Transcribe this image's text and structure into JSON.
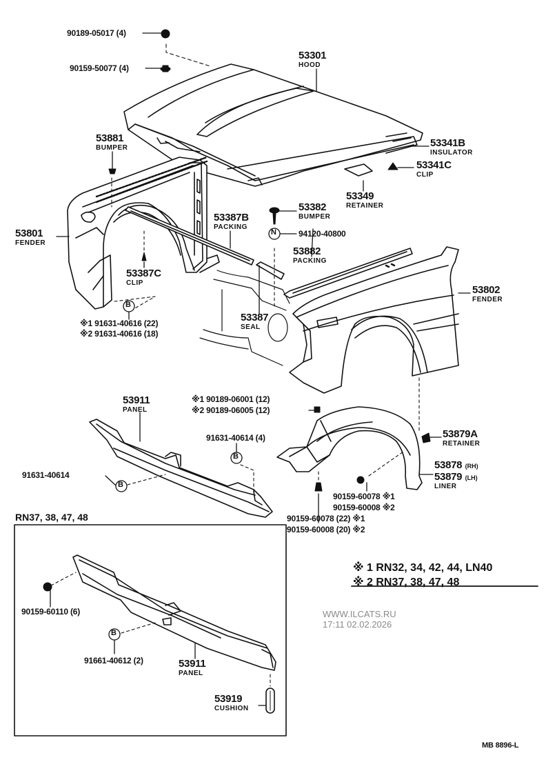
{
  "diagram": {
    "type": "parts-exploded-view",
    "drawing_code": "MB 8896-L",
    "watermark": {
      "site": "WWW.ILCATS.RU",
      "timestamp": "17:11 02.02.2026"
    },
    "legend": {
      "mark": "※",
      "items": [
        {
          "mark": "1",
          "models": "RN32, 34, 42, 44, LN40"
        },
        {
          "mark": "2",
          "models": "RN37, 38, 47, 48"
        }
      ]
    },
    "inset": {
      "title": "RN37, 38, 47, 48"
    },
    "fastener_symbols": {
      "B": "B",
      "N": "N"
    },
    "parts": [
      {
        "id": "hood",
        "number": "53301",
        "name": "HOOD"
      },
      {
        "id": "insulator",
        "number": "53341B",
        "name": "INSULATOR"
      },
      {
        "id": "clip-hood",
        "number": "53341C",
        "name": "CLIP"
      },
      {
        "id": "retainer-hood",
        "number": "53349",
        "name": "RETAINER"
      },
      {
        "id": "bumper-left",
        "number": "53881",
        "name": "BUMPER"
      },
      {
        "id": "bumper-hood",
        "number": "53382",
        "name": "BUMPER"
      },
      {
        "id": "fender-left",
        "number": "53801",
        "name": "FENDER"
      },
      {
        "id": "packing-b",
        "number": "53387B",
        "name": "PACKING"
      },
      {
        "id": "clip-fender",
        "number": "53387C",
        "name": "CLIP"
      },
      {
        "id": "seal",
        "number": "53387",
        "name": "SEAL"
      },
      {
        "id": "packing-right",
        "number": "53882",
        "name": "PACKING"
      },
      {
        "id": "fender-right",
        "number": "53802",
        "name": "FENDER"
      },
      {
        "id": "panel",
        "number": "53911",
        "name": "PANEL"
      },
      {
        "id": "retainer-liner",
        "number": "53879A",
        "name": "RETAINER"
      },
      {
        "id": "liner-rh",
        "number": "53878",
        "side": "(RH)"
      },
      {
        "id": "liner-lh",
        "number": "53879",
        "side": "(LH)",
        "name": "LINER"
      },
      {
        "id": "panel-inset",
        "number": "53911",
        "name": "PANEL"
      },
      {
        "id": "cushion",
        "number": "53919",
        "name": "CUSHION"
      }
    ],
    "fasteners": {
      "nut_hood": "90189-05017 (4)",
      "bolt_hood": "90159-50077 (4)",
      "nut_n": "94120-40800",
      "fender_bolt_1": "91631-40616 (22)",
      "fender_bolt_2": "91631-40616 (18)",
      "liner_nut_1": "90189-06001 (12)",
      "liner_nut_2": "90189-06005 (12)",
      "panel_bolt_left": "91631-40614",
      "panel_bolt_right": "91631-40614 (4)",
      "liner_screw_a1": "90159-60078",
      "liner_screw_a2": "90159-60008",
      "liner_screw_b1": "90159-60078 (22)",
      "liner_screw_b2": "90159-60008 (20)",
      "inset_screw": "90159-60110 (6)",
      "inset_bolt": "91661-40612 (2)"
    }
  }
}
